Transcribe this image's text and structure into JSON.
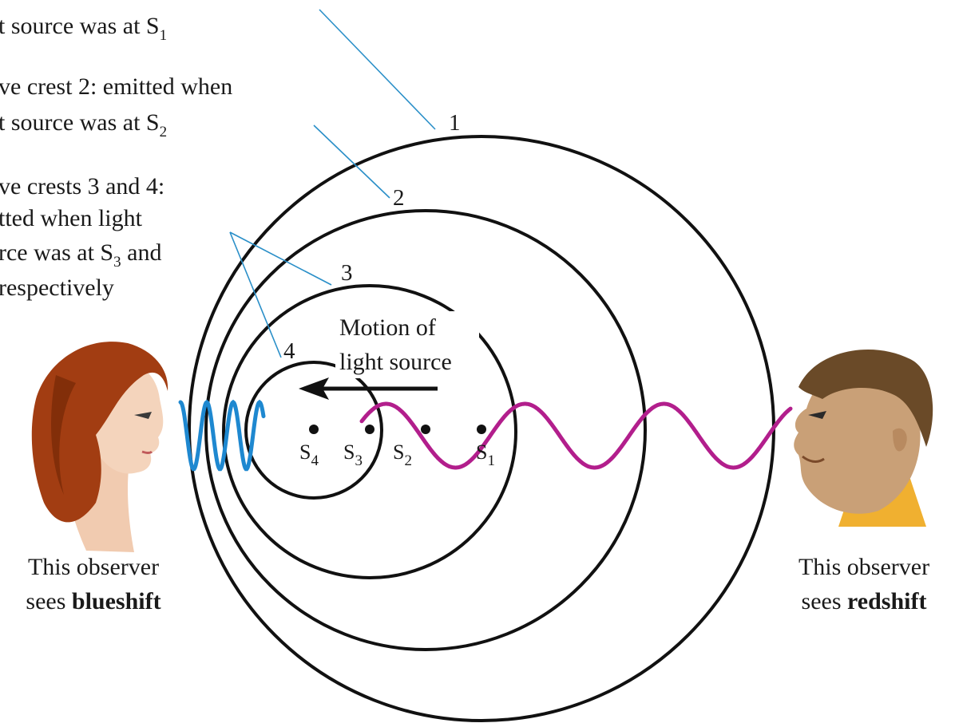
{
  "annotations": {
    "crest1": {
      "line1": "t source was at S",
      "sub": "1"
    },
    "crest2": {
      "line1": "ve crest 2: emitted when",
      "line2": "t source was at S",
      "sub": "2"
    },
    "crest34": {
      "line1": "ve crests 3 and 4:",
      "line2": "tted when light",
      "line3": "rce was at S",
      "line3_sub": "3",
      "line3_tail": " and",
      "line4": "respectively"
    }
  },
  "crest_numbers": [
    "1",
    "2",
    "3",
    "4"
  ],
  "motion_label": {
    "line1": "Motion of",
    "line2": "light source"
  },
  "sources": [
    {
      "letter": "S",
      "sub": "4"
    },
    {
      "letter": "S",
      "sub": "3"
    },
    {
      "letter": "S",
      "sub": "2"
    },
    {
      "letter": "S",
      "sub": "1"
    }
  ],
  "observer_left": {
    "line1": "This observer",
    "line2_prefix": "sees ",
    "line2_bold": "blueshift"
  },
  "observer_right": {
    "line1": "This observer",
    "line2_prefix": "sees ",
    "line2_bold": "redshift"
  },
  "colors": {
    "blueshift_wave": "#1e88d0",
    "redshift_wave": "#b21e8c",
    "leader_line": "#2a8fc8",
    "crest_circle": "#111111"
  }
}
